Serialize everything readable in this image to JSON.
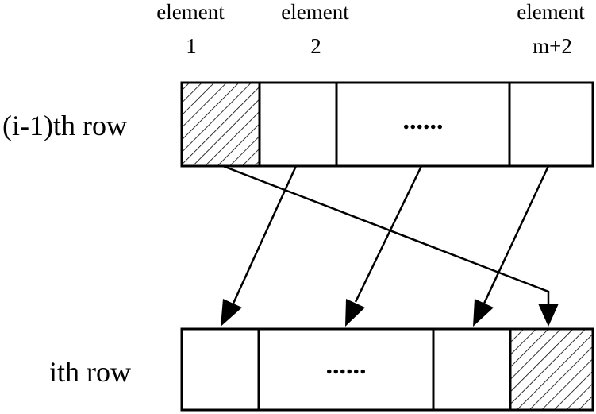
{
  "header": {
    "element_labels": [
      {
        "line1": "element",
        "line2": "1"
      },
      {
        "line1": "element",
        "line2": "2"
      },
      {
        "line1": "element",
        "line2": "m+2"
      }
    ]
  },
  "rows": {
    "top_label": "(i-1)th row",
    "bottom_label": "ith row"
  },
  "ellipsis": "......",
  "colors": {
    "stroke": "#000000",
    "background": "#ffffff"
  }
}
